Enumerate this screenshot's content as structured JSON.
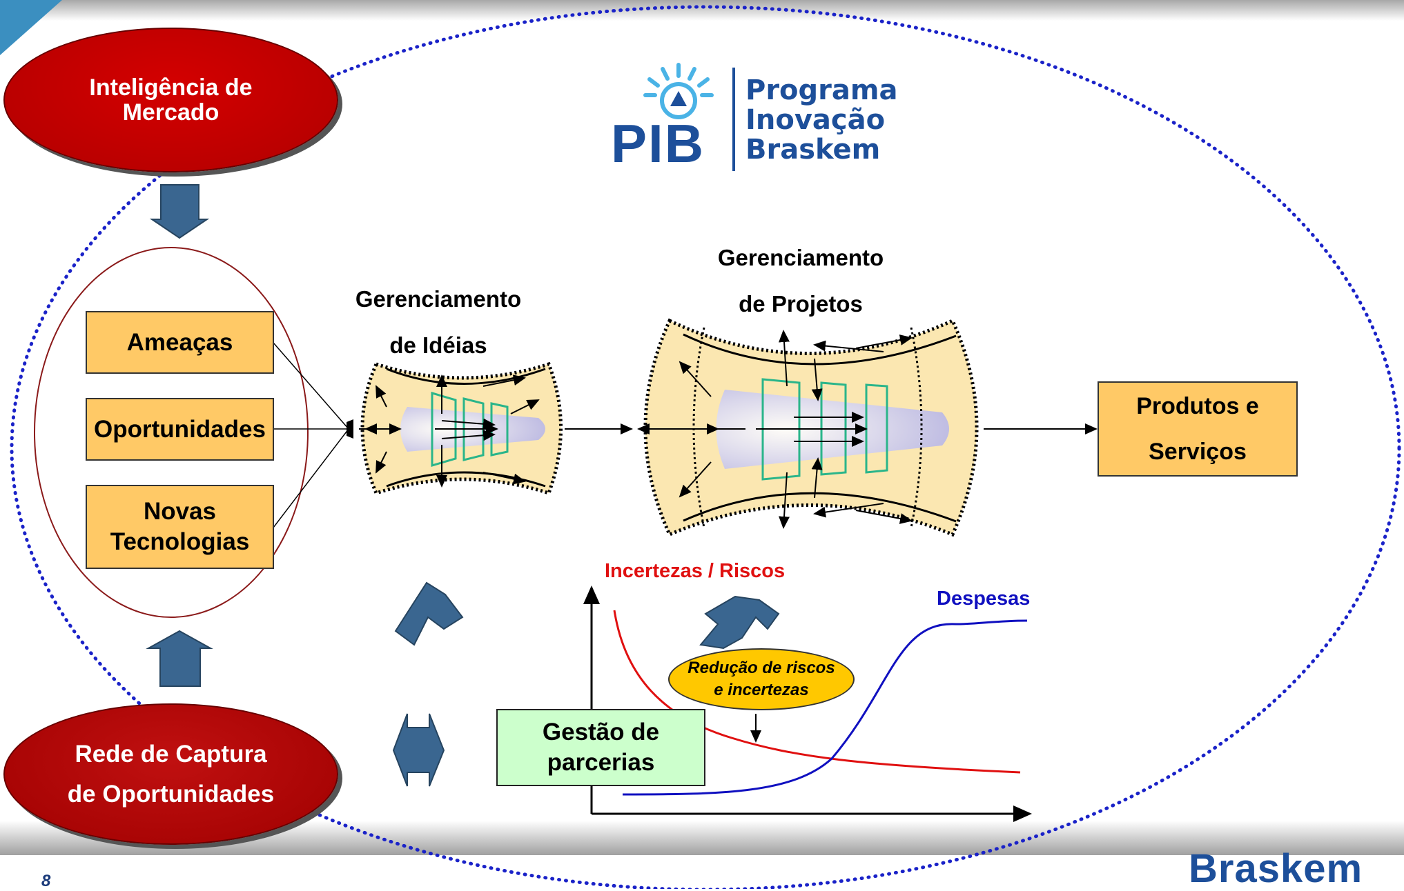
{
  "logo": {
    "mark": "PIB",
    "lines": [
      "Programa",
      "Inovação",
      "Braskem"
    ],
    "color": "#1d4f9a"
  },
  "sources": {
    "top": {
      "lines": [
        "Inteligência de",
        "Mercado"
      ]
    },
    "bottom": {
      "lines": [
        "Rede de Captura",
        "de Oportunidades"
      ]
    }
  },
  "inputs": [
    {
      "lines": [
        "Ameaças"
      ]
    },
    {
      "lines": [
        "Oportunidades"
      ]
    },
    {
      "lines": [
        "Novas",
        "Tecnologias"
      ]
    }
  ],
  "stages": {
    "ideas": {
      "lines": [
        "Gerenciamento",
        "de Idéias"
      ]
    },
    "projects": {
      "lines": [
        "Gerenciamento",
        "de Projetos"
      ]
    }
  },
  "output": {
    "lines": [
      "Produtos e",
      "Serviços"
    ]
  },
  "partnership": {
    "lines": [
      "Gestão de",
      "parcerias"
    ]
  },
  "chart_data": {
    "type": "line",
    "series": [
      {
        "name": "Incertezas / Riscos",
        "color": "#e01010",
        "shape": "decreasing"
      },
      {
        "name": "Despesas",
        "color": "#1010c0",
        "shape": "increasing"
      }
    ],
    "annotation": {
      "lines": [
        "Redução de riscos",
        "e incertezas"
      ]
    }
  },
  "footer": {
    "page_number": "8",
    "brand": "Braskem"
  },
  "colors": {
    "oval_red": "#c00000",
    "box_orange": "#ffc966",
    "arrow_blue": "#3a6690",
    "dotted_blue": "#1a22c8",
    "funnel_fill": "#fbe7b1",
    "annotation_fill": "#ffc800",
    "partnership_fill": "#ccffcc"
  }
}
